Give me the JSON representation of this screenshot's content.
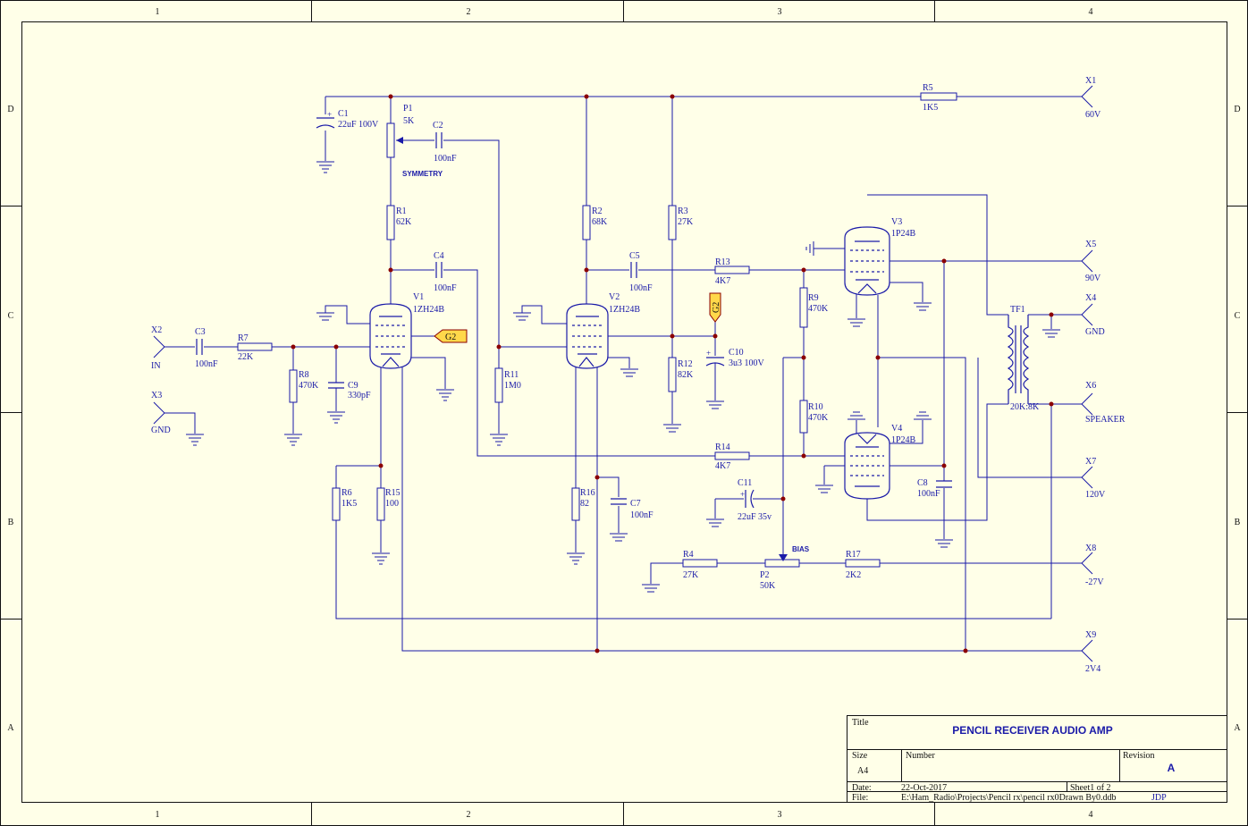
{
  "frame": {
    "columns": [
      "1",
      "2",
      "3",
      "4"
    ],
    "rows": [
      "D",
      "C",
      "B",
      "A"
    ]
  },
  "title_block": {
    "title_label": "Title",
    "title": "PENCIL RECEIVER AUDIO AMP",
    "size_label": "Size",
    "size": "A4",
    "number_label": "Number",
    "revision_label": "Revision",
    "revision": "A",
    "date_label": "Date:",
    "date": "22-Oct-2017",
    "sheet_text": "Sheet1  of  2",
    "file_label": "File:",
    "file": "E:\\Ham_Radio\\Projects\\Pencil rx\\pencil rx0Drawn By0.ddb",
    "drawn_by": "JDP"
  },
  "components": {
    "C1": [
      "C1",
      "22uF 100V"
    ],
    "P1": [
      "P1",
      "5K"
    ],
    "C2": [
      "C2",
      "100nF"
    ],
    "R1": [
      "R1",
      "62K"
    ],
    "C4": [
      "C4",
      "100nF"
    ],
    "V1": [
      "V1",
      "1ZH24B"
    ],
    "X2": [
      "X2",
      "IN"
    ],
    "C3": [
      "C3",
      "100nF"
    ],
    "R7": [
      "R7",
      "22K"
    ],
    "R8": [
      "R8",
      "470K"
    ],
    "C9": [
      "C9",
      "330pF"
    ],
    "X3": [
      "X3",
      "GND"
    ],
    "R11": [
      "R11",
      "1M0"
    ],
    "R6": [
      "R6",
      "1K5"
    ],
    "R15": [
      "R15",
      "100"
    ],
    "R2": [
      "R2",
      "68K"
    ],
    "C5": [
      "C5",
      "100nF"
    ],
    "V2": [
      "V2",
      "1ZH24B"
    ],
    "R16": [
      "R16",
      "82"
    ],
    "C7": [
      "C7",
      "100nF"
    ],
    "R3": [
      "R3",
      "27K"
    ],
    "R12": [
      "R12",
      "82K"
    ],
    "C10": [
      "C10",
      "3u3 100V"
    ],
    "R13": [
      "R13",
      "4K7"
    ],
    "R14": [
      "R14",
      "4K7"
    ],
    "R9": [
      "R9",
      "470K"
    ],
    "R10": [
      "R10",
      "470K"
    ],
    "C11": [
      "C11",
      "22uF 35v"
    ],
    "R4": [
      "R4",
      "27K"
    ],
    "P2": [
      "P2",
      "50K"
    ],
    "R17": [
      "R17",
      "2K2"
    ],
    "V3": [
      "V3",
      "1P24B"
    ],
    "V4": [
      "V4",
      "1P24B"
    ],
    "C8": [
      "C8",
      "100nF"
    ],
    "TF1": [
      "TF1",
      "20K:8K"
    ],
    "R5": [
      "R5",
      "1K5"
    ],
    "X1": [
      "X1",
      "60V"
    ],
    "X5": [
      "X5",
      "90V"
    ],
    "X4": [
      "X4",
      "GND"
    ],
    "X6": [
      "X6",
      "SPEAKER"
    ],
    "X7": [
      "X7",
      "120V"
    ],
    "X8": [
      "X8",
      "-27V"
    ],
    "X9": [
      "X9",
      "2V4"
    ]
  },
  "notes": {
    "symmetry": "SYMMETRY",
    "bias": "BIAS",
    "g2_left": "G2",
    "g2_top": "G2"
  },
  "colors": {
    "background": "#ffffe8",
    "wire": "#1a1aa8",
    "junction": "#8b0000",
    "net_label_fill": "#ffd84a",
    "border": "#111111"
  }
}
